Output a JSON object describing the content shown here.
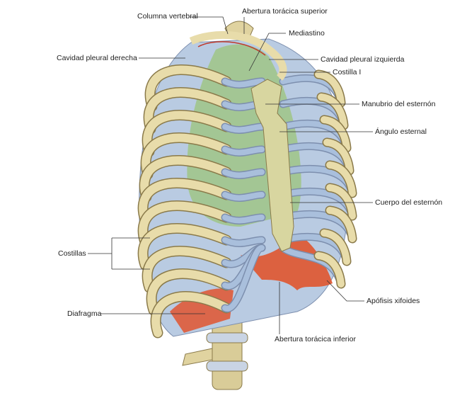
{
  "labels": {
    "columna_vertebral": "Columna vertebral",
    "abertura_superior": "Abertura torácica superior",
    "mediastino": "Mediastino",
    "cavidad_derecha": "Cavidad pleural derecha",
    "cavidad_izquierda": "Cavidad pleural izquierda",
    "costilla_i": "Costilla I",
    "manubrio": "Manubrio del esternón",
    "angulo": "Ángulo esternal",
    "cuerpo": "Cuerpo del esternón",
    "costillas": "Costillas",
    "diafragma": "Diafragma",
    "xifoides": "Apófisis xifoides",
    "abertura_inferior": "Abertura torácica inferior"
  },
  "colors": {
    "bone": "#e8dcaa",
    "bone_edge": "#8a7a4a",
    "cartilage": "#a9bfdc",
    "pleura": "#8fb0d8",
    "mediastinum": "#8fbf5a",
    "diaphragm": "#e0552f",
    "leader": "#333333"
  }
}
